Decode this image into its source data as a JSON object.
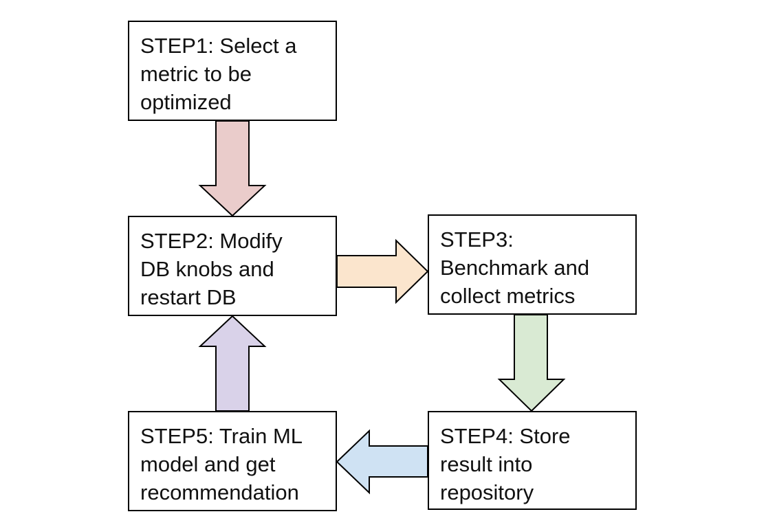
{
  "steps": [
    {
      "id": "step1",
      "text": "STEP1: Select a\nmetric to be\noptimized"
    },
    {
      "id": "step2",
      "text": "STEP2: Modify\nDB knobs and\nrestart DB"
    },
    {
      "id": "step3",
      "text": "STEP3:\nBenchmark and\ncollect metrics"
    },
    {
      "id": "step4",
      "text": "STEP4: Store\nresult into\nrepository"
    },
    {
      "id": "step5",
      "text": "STEP5: Train ML\nmodel and get\nrecommendation"
    }
  ],
  "arrows": [
    {
      "from": "step1",
      "to": "step2",
      "direction": "down",
      "fill": "#eacccb"
    },
    {
      "from": "step2",
      "to": "step3",
      "direction": "right",
      "fill": "#fbe5cd"
    },
    {
      "from": "step3",
      "to": "step4",
      "direction": "down",
      "fill": "#d9ead3"
    },
    {
      "from": "step4",
      "to": "step5",
      "direction": "left",
      "fill": "#cfe2f3"
    },
    {
      "from": "step5",
      "to": "step2",
      "direction": "up",
      "fill": "#d9d2e9"
    }
  ],
  "colors": {
    "border": "#000000",
    "box_fill": "#ffffff",
    "text": "#111111"
  }
}
